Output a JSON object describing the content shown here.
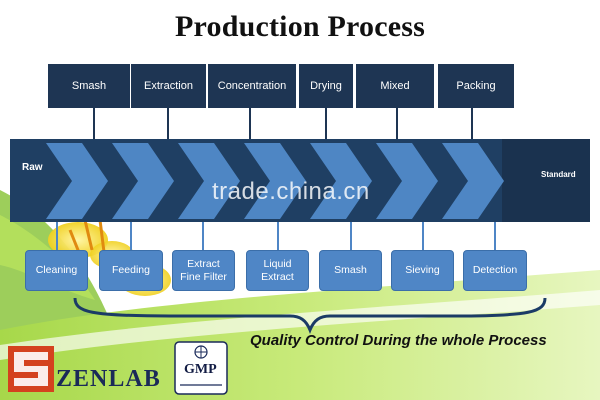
{
  "title": "Production Process",
  "top_steps": [
    "Smash",
    "Extraction",
    "Concentration",
    "Drying",
    "Mixed",
    "Packing"
  ],
  "bottom_steps": [
    "Cleaning",
    "Feeding",
    "Extract\nFine Filter",
    "Liquid\nExtract",
    "Smash",
    "Sieving",
    "Detection"
  ],
  "band": {
    "start_label": "Raw",
    "end_label": "Standard"
  },
  "watermark": "trade.china.cn",
  "quality_text": "Quality Control During the whole Process",
  "brand": {
    "name": "ZENLAB",
    "badge": "GMP"
  },
  "colors": {
    "band": "#1f3f63",
    "chevron": "#4e86c4",
    "top_box": "#1e3553",
    "bottom_box": "#4f86c6"
  }
}
